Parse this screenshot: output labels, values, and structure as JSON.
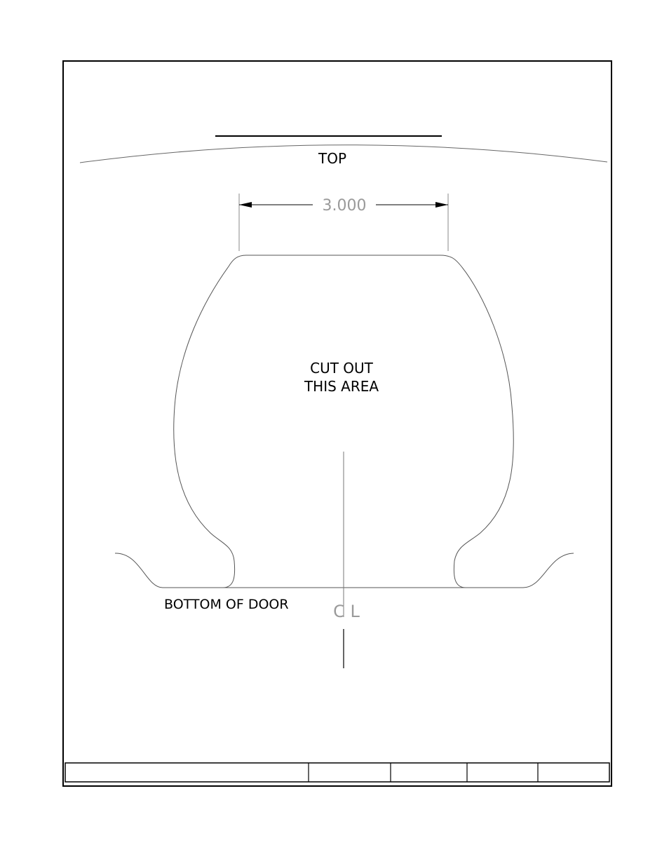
{
  "drawing": {
    "top_label": "TOP",
    "dimension_value": "3.000",
    "cutout_label_line1": "CUT OUT",
    "cutout_label_line2": "THIS AREA",
    "bottom_label": "BOTTOM OF DOOR",
    "centerline_symbol": "C L"
  },
  "title_block": {
    "cells": [
      "",
      "",
      "",
      "",
      ""
    ]
  }
}
